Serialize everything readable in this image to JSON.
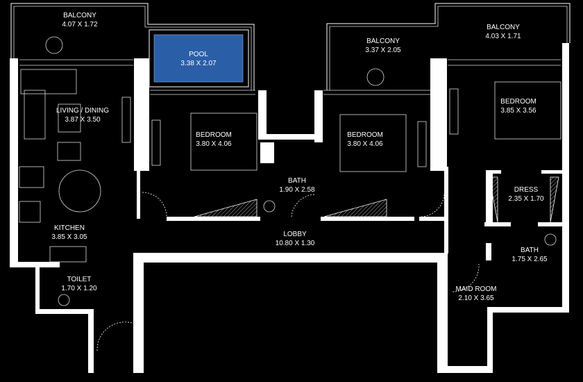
{
  "colors": {
    "background": "#000000",
    "walls": "#ffffff",
    "pool": "#2a5fa8"
  },
  "rooms": {
    "balcony_left": {
      "name": "BALCONY",
      "size": "4.07 X 1.72"
    },
    "pool": {
      "name": "POOL",
      "size": "3.38 X 2.07"
    },
    "balcony_mid": {
      "name": "BALCONY",
      "size": "3.37 X 2.05"
    },
    "balcony_right": {
      "name": "BALCONY",
      "size": "4.03 X 1.71"
    },
    "living": {
      "name": "LIVING / DINING",
      "size": "3.87 X 3.50"
    },
    "bedroom1": {
      "name": "BEDROOM",
      "size": "3.80 X 4.06"
    },
    "bedroom2": {
      "name": "BEDROOM",
      "size": "3.80 X 4.06"
    },
    "bedroom3": {
      "name": "BEDROOM",
      "size": "3.85 X 3.56"
    },
    "bath1": {
      "name": "BATH",
      "size": "1.90 X 2.58"
    },
    "dress": {
      "name": "DRESS",
      "size": "2.35 X 1.70"
    },
    "bath2": {
      "name": "BATH",
      "size": "1.75 X 2.65"
    },
    "kitchen": {
      "name": "KITCHEN",
      "size": "3.85 X 3.05"
    },
    "lobby": {
      "name": "LOBBY",
      "size": "10.80 X 1.30"
    },
    "toilet": {
      "name": "TOILET",
      "size": "1.70 X 1.20"
    },
    "maid": {
      "name": "MAID ROOM",
      "size": "2.10 X 3.65"
    }
  }
}
